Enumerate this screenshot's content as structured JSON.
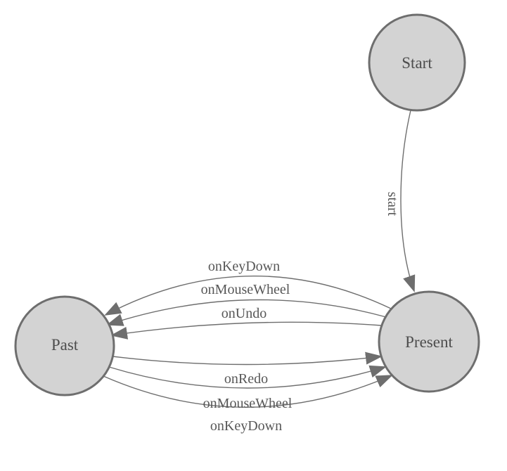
{
  "diagram": {
    "background_color": "#ffffff",
    "node_fill_color": "#d3d3d3",
    "node_stroke_color": "#6e6e6e",
    "edge_color": "#6e6e6e",
    "node_label_color": "#4d4d4d",
    "edge_label_color": "#575757",
    "nodes": [
      {
        "id": "start",
        "label": "Start"
      },
      {
        "id": "present",
        "label": "Present"
      },
      {
        "id": "past",
        "label": "Past"
      }
    ],
    "edges": [
      {
        "from": "Start",
        "to": "Present",
        "label": "start"
      },
      {
        "from": "Present",
        "to": "Past",
        "label": "onKeyDown"
      },
      {
        "from": "Present",
        "to": "Past",
        "label": "onMouseWheel"
      },
      {
        "from": "Present",
        "to": "Past",
        "label": "onUndo"
      },
      {
        "from": "Past",
        "to": "Present",
        "label": "onRedo"
      },
      {
        "from": "Past",
        "to": "Present",
        "label": "onMouseWheel"
      },
      {
        "from": "Past",
        "to": "Present",
        "label": "onKeyDown"
      }
    ]
  }
}
